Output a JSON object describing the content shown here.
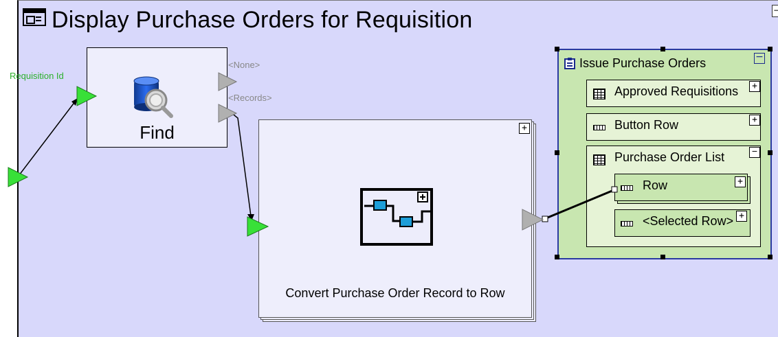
{
  "diagram": {
    "title": "Display Purchase Orders for Requisition",
    "input_label": "Requisition Id",
    "find": {
      "label": "Find",
      "outputs": [
        "<None>",
        "<Records>"
      ]
    },
    "convert": {
      "label": "Convert Purchase Order Record to Row",
      "expand": "+"
    },
    "panel": {
      "title": "Issue Purchase Orders",
      "collapse": "−",
      "items": [
        {
          "label": "Approved Requisitions",
          "toggle": "+"
        },
        {
          "label": "Button Row",
          "toggle": "+"
        },
        {
          "label": "Purchase Order List",
          "toggle": "−",
          "children": [
            {
              "label": "Row",
              "toggle": "+"
            },
            {
              "label": "<Selected Row>",
              "toggle": "+"
            }
          ]
        }
      ]
    },
    "frame_collapse": "−"
  },
  "colors": {
    "canvas": "#d8d8fb",
    "port_input": "#38e038",
    "port_output": "#b0b0b0",
    "panel_fill": "#c8e6b0",
    "panel_border": "#2a3aa0"
  }
}
